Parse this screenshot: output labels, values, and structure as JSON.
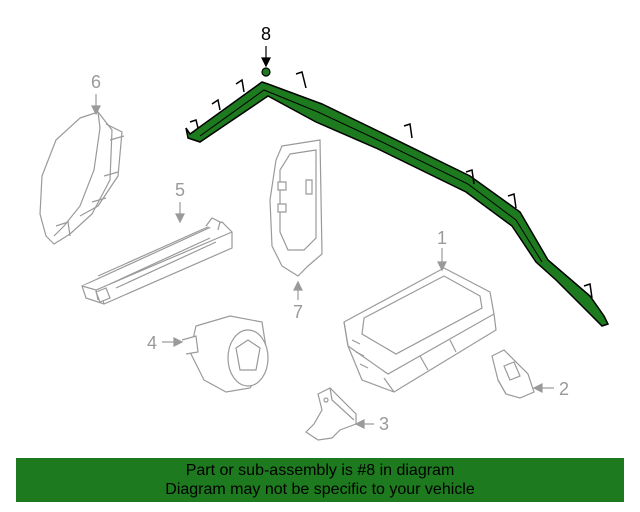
{
  "diagram": {
    "highlight_color": "#1e7a1e",
    "part_color": "#9a9a9a",
    "callouts": [
      {
        "id": "1",
        "label": "1"
      },
      {
        "id": "2",
        "label": "2"
      },
      {
        "id": "3",
        "label": "3"
      },
      {
        "id": "4",
        "label": "4"
      },
      {
        "id": "5",
        "label": "5"
      },
      {
        "id": "6",
        "label": "6"
      },
      {
        "id": "7",
        "label": "7"
      },
      {
        "id": "8",
        "label": "8"
      }
    ]
  },
  "banner": {
    "line1": "Part or sub-assembly is #8 in diagram",
    "line2": "Diagram may not be specific to your vehicle",
    "color": "#1e7a1e"
  }
}
